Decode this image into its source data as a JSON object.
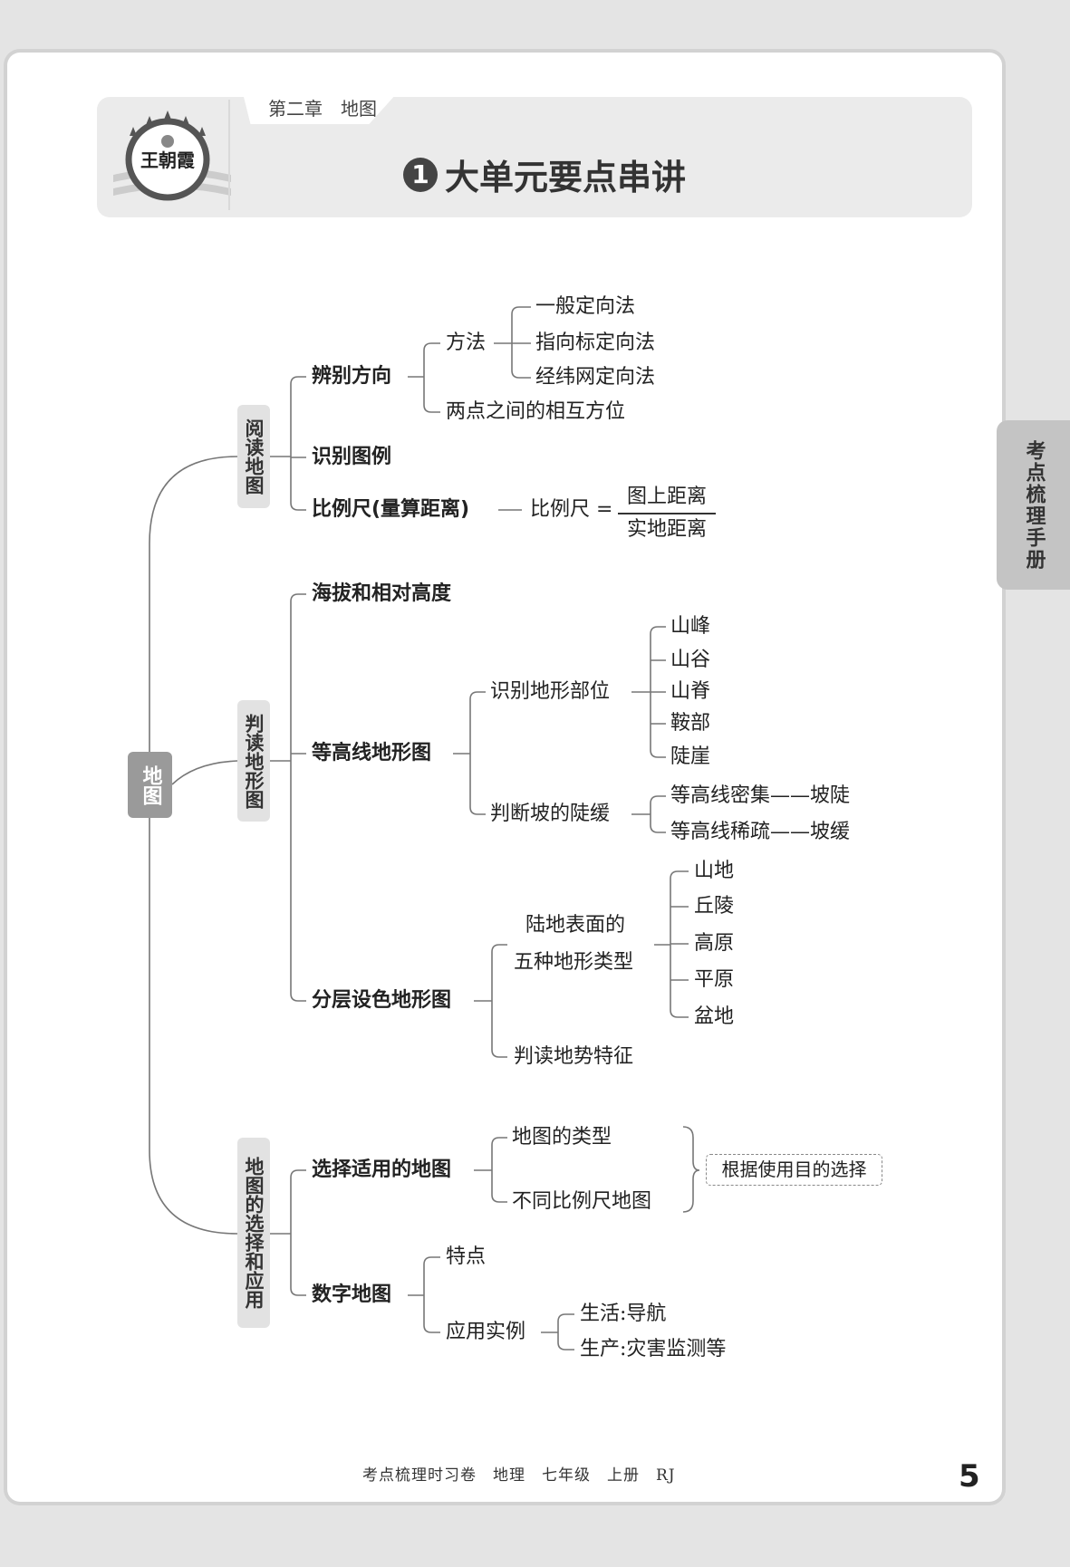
{
  "header": {
    "chapter": "第二章　地图",
    "section_number": "1",
    "title": "大单元要点串讲",
    "logo_text": "王朝霞"
  },
  "side_tab": "考点梳理手册",
  "mindmap": {
    "root": "地图",
    "branches": [
      {
        "label": "阅读地图",
        "children": [
          {
            "label": "辨别方向",
            "children": [
              {
                "label": "方法",
                "children": [
                  "一般定向法",
                  "指向标定向法",
                  "经纬网定向法"
                ]
              },
              {
                "label": "两点之间的相互方位"
              }
            ]
          },
          {
            "label": "识别图例"
          },
          {
            "label": "比例尺(量算距离)",
            "formula": {
              "lhs": "比例尺",
              "eq": "=",
              "numerator": "图上距离",
              "denominator": "实地距离"
            }
          }
        ]
      },
      {
        "label": "判读地形图",
        "children": [
          {
            "label": "海拔和相对高度"
          },
          {
            "label": "等高线地形图",
            "children": [
              {
                "label": "识别地形部位",
                "children": [
                  "山峰",
                  "山谷",
                  "山脊",
                  "鞍部",
                  "陡崖"
                ]
              },
              {
                "label": "判断坡的陡缓",
                "children": [
                  "等高线密集——坡陡",
                  "等高线稀疏——坡缓"
                ]
              }
            ]
          },
          {
            "label": "分层设色地形图",
            "children": [
              {
                "label_line1": "陆地表面的",
                "label_line2": "五种地形类型",
                "children": [
                  "山地",
                  "丘陵",
                  "高原",
                  "平原",
                  "盆地"
                ]
              },
              {
                "label": "判读地势特征"
              }
            ]
          }
        ]
      },
      {
        "label": "地图的选择和应用",
        "children": [
          {
            "label": "选择适用的地图",
            "children": [
              {
                "label": "地图的类型"
              },
              {
                "label": "不同比例尺地图"
              }
            ],
            "note": "根据使用目的选择"
          },
          {
            "label": "数字地图",
            "children": [
              {
                "label": "特点"
              },
              {
                "label": "应用实例",
                "children": [
                  "生活:导航",
                  "生产:灾害监测等"
                ]
              }
            ]
          }
        ]
      }
    ]
  },
  "footer": {
    "text": "考点梳理时习卷　地理　七年级　上册　RJ",
    "page_number": "5"
  }
}
